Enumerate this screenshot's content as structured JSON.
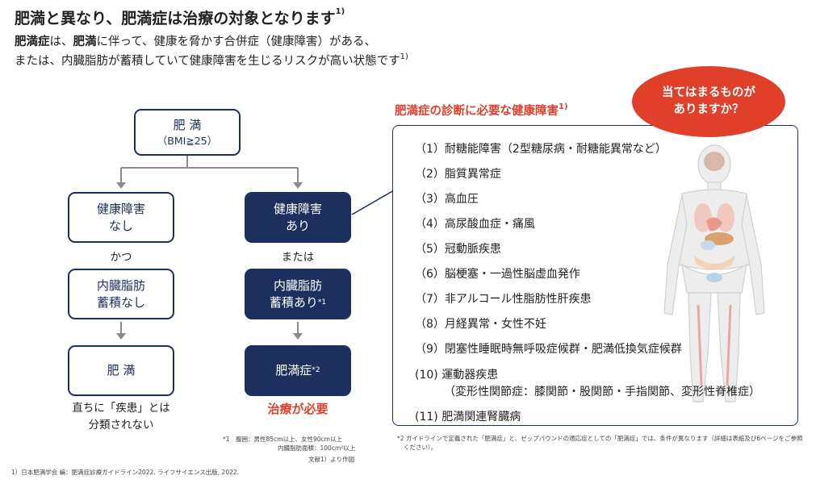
{
  "title": "肥満と異なり、肥満症は治療の対象となります",
  "title_ref": "1)",
  "intro": {
    "line1_a": "肥満症",
    "line1_b": "は、",
    "line1_c": "肥満",
    "line1_d": "に伴って、健康を脅かす合併症（健康障害）がある、",
    "line2": "または、内臓脂肪が蓄積していて健康障害を生じるリスクが高い状態です",
    "line2_ref": "1)"
  },
  "flow": {
    "top_box": {
      "label": "肥 満",
      "sub": "（BMI≧25）"
    },
    "left": {
      "box1_l1": "健康障害",
      "box1_l2": "なし",
      "connector": "かつ",
      "box2_l1": "内臓脂肪",
      "box2_l2": "蓄積なし",
      "box3": "肥 満",
      "result_l1": "直ちに「疾患」とは",
      "result_l2": "分類されない"
    },
    "right": {
      "box1_l1": "健康障害",
      "box1_l2": "あり",
      "connector": "または",
      "box2_l1": "内臓脂肪",
      "box2_l2": "蓄積あり",
      "box2_ref": "*1",
      "box3": "肥満症",
      "box3_ref": "*2",
      "result": "治療が必要"
    }
  },
  "diagnosis_panel": {
    "title": "肥満症の診断に必要な健康障害",
    "title_ref": "1)",
    "items": [
      "（1）耐糖能障害（2型糖尿病・耐糖能異常など）",
      "（2）脂質異常症",
      "（3）高血圧",
      "（4）高尿酸血症・痛風",
      "（5）冠動脈疾患",
      "（6）脳梗塞・一過性脳虚血発作",
      "（7）非アルコール性脂肪性肝疾患",
      "（8）月経異常・女性不妊",
      "（9）閉塞性睡眠時無呼吸症候群・肥満低換気症候群",
      "(10) 運動器疾患",
      "（変形性関節症：膝関節・股関節・手指関節、変形性脊椎症）",
      "(11) 肥満関連腎臓病"
    ]
  },
  "bubble": {
    "line1": "当てはまるものが",
    "line2": "ありますか？"
  },
  "notes": {
    "n1_l1": "*1　腹囲：男性85cm以上、女性90cm以上",
    "n1_l2": "内臓脂肪面積：100cm²以上",
    "n1_l3": "文献1）より作図",
    "n2_l1": "*2 ガイドラインで定義された「肥満症」と、ゼップバウンドの適応症としての「肥満症」では、条件が異なります（詳細は表紙及び6ページをご参照",
    "n2_l2": "ください）。",
    "ref1": "1）日本肥満学会 編：肥満症診療ガイドライン2022. ライフサイエンス出版, 2022."
  },
  "colors": {
    "navy": "#1c2f5e",
    "red": "#e0402a",
    "arrow": "#8a8a8a"
  }
}
